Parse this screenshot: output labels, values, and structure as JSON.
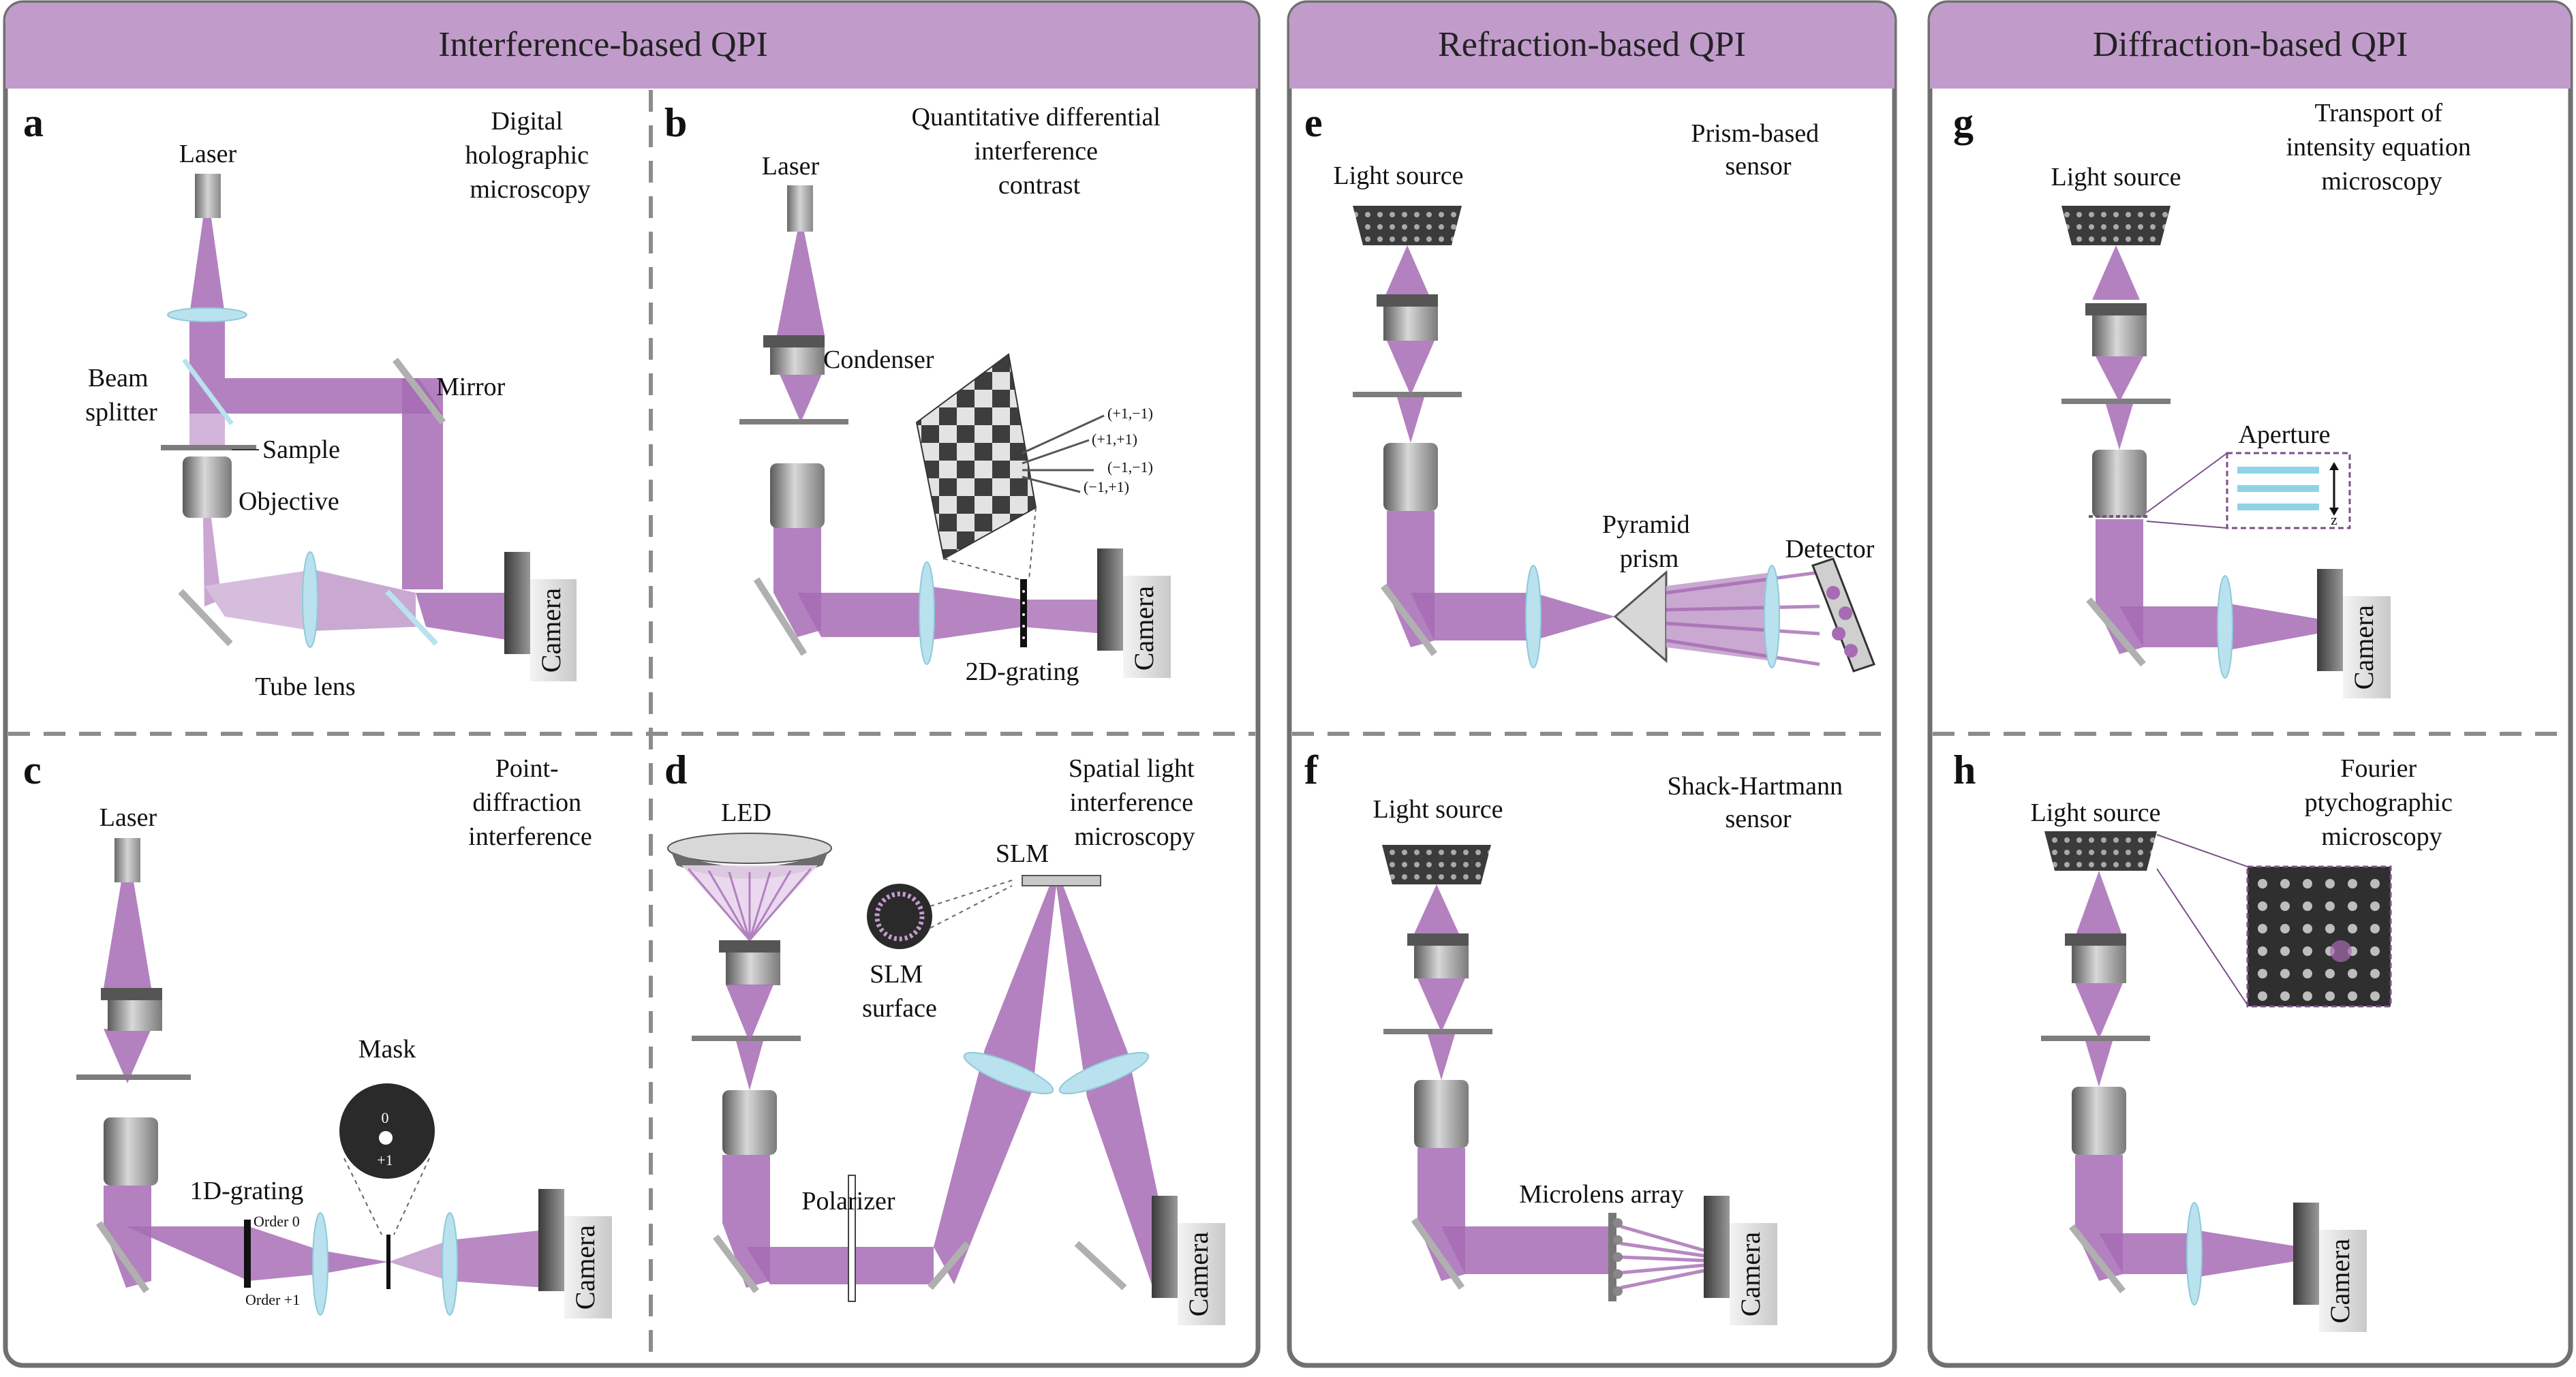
{
  "colors": {
    "header_bg": "#c19ccb",
    "beam": "#a66bb4",
    "lens": "#b9e2ee",
    "frame": "#707070",
    "divider": "#8c8c8c"
  },
  "headers": {
    "interference": "Interference-based QPI",
    "refraction": "Refraction-based QPI",
    "diffraction": "Diffraction-based QPI"
  },
  "panels": {
    "a": {
      "letter": "a",
      "title": [
        "Digital",
        "holographic",
        "microscopy"
      ],
      "labels": {
        "laser": "Laser",
        "beam_splitter": [
          "Beam",
          "splitter"
        ],
        "mirror": "Mirror",
        "sample": "Sample",
        "objective": "Objective",
        "tube_lens": "Tube lens",
        "camera": "Camera"
      }
    },
    "b": {
      "letter": "b",
      "title": [
        "Quantitative differential",
        "interference",
        "contrast"
      ],
      "labels": {
        "laser": "Laser",
        "condenser": "Condenser",
        "grating": "2D-grating",
        "camera": "Camera"
      },
      "orders": [
        "(+1,−1)",
        "(+1,+1)",
        "(−1,−1)",
        "(−1,+1)"
      ]
    },
    "c": {
      "letter": "c",
      "title": [
        "Point-",
        "diffraction",
        "interference"
      ],
      "labels": {
        "laser": "Laser",
        "mask": "Mask",
        "grating": "1D-grating",
        "order0": "Order 0",
        "order1": "Order +1",
        "mask_0": "0",
        "mask_1": "+1",
        "camera": "Camera"
      }
    },
    "d": {
      "letter": "d",
      "title": [
        "Spatial light",
        "interference",
        "microscopy"
      ],
      "labels": {
        "led": "LED",
        "slm": "SLM",
        "slm_surface": [
          "SLM",
          "surface"
        ],
        "polarizer": "Polarizer",
        "camera": "Camera"
      }
    },
    "e": {
      "letter": "e",
      "title": [
        "Prism-based",
        "sensor"
      ],
      "labels": {
        "light_source": "Light source",
        "pyramid_prism": [
          "Pyramid",
          "prism"
        ],
        "detector": "Detector"
      }
    },
    "f": {
      "letter": "f",
      "title": [
        "Shack-Hartmann",
        "sensor"
      ],
      "labels": {
        "light_source": "Light source",
        "microlens": "Microlens array",
        "camera": "Camera"
      }
    },
    "g": {
      "letter": "g",
      "title": [
        "Transport of",
        "intensity equation",
        "microscopy"
      ],
      "labels": {
        "light_source": "Light source",
        "aperture": "Aperture",
        "z": "z",
        "camera": "Camera"
      }
    },
    "h": {
      "letter": "h",
      "title": [
        "Fourier",
        "ptychographic",
        "microscopy"
      ],
      "labels": {
        "light_source": "Light source",
        "camera": "Camera"
      }
    }
  }
}
